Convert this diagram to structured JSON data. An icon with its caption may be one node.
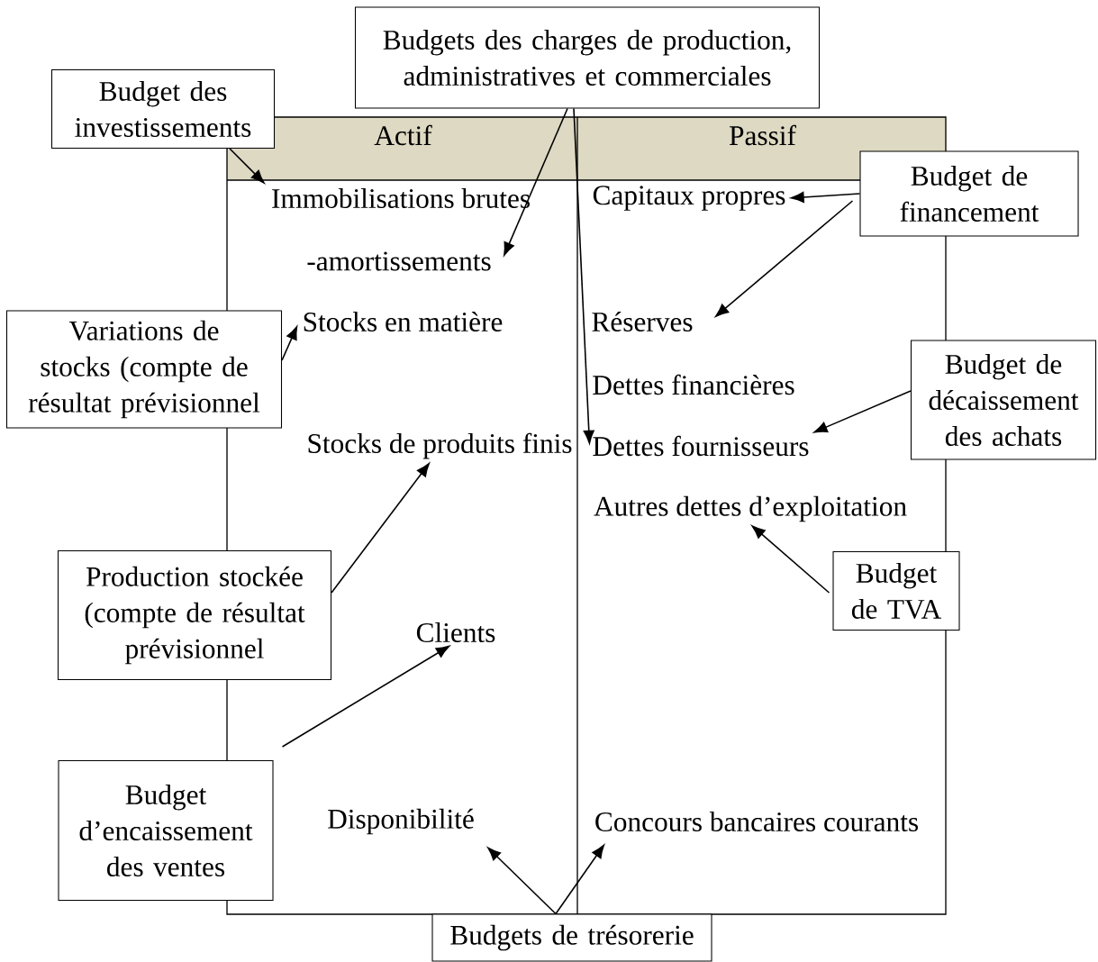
{
  "diagram": {
    "nodes": [
      {
        "text": [
          "Budgets des charges de production, administratives et commerciales"
        ]
      },
      {
        "text": [
          "Budget des investissements"
        ]
      },
      {
        "text": [
          "Actif",
          "Passif"
        ]
      },
      {
        "text": [
          "Immobilisations brutes"
        ],
        "in": 2
      },
      {
        "text": [
          "Capitaux propres"
        ],
        "in": 2
      },
      {
        "text": [
          "Budget de financement"
        ]
      },
      {
        "text": [
          "-amortissements"
        ],
        "in": 2
      },
      {
        "text": [
          "Variations de stocks (compte de résultat prévisionnel"
        ]
      },
      {
        "text": [
          "Stocks en matière"
        ],
        "in": 2
      },
      {
        "text": [
          "Réserves"
        ],
        "in": 2
      },
      {
        "text": [
          "Budget de décaissement des achats"
        ]
      },
      {
        "text": [
          "Stocks de produits finis"
        ],
        "in": 2
      },
      {
        "text": [
          "Dettes fournisseurs"
        ],
        "in": 2
      },
      {
        "text": [
          "Autres dettes d’exploitation"
        ],
        "in": 2
      },
      {
        "text": [
          "Production stockée (compte de résultat prévisionnel"
        ]
      },
      {
        "text": [
          "Budget de TVA"
        ]
      },
      {
        "text": [
          "Clients"
        ],
        "in": 2
      },
      {
        "text": [
          "Budget d’encaissement des ventes"
        ]
      },
      {
        "text": [
          "Disponibilité"
        ],
        "in": 2
      },
      {
        "text": [
          "Concours bancaires courants"
        ],
        "in": 2
      },
      {
        "text": [
          "Budgets de trésorerie"
        ]
      }
    ],
    "edges": [
      {
        "from": 1,
        "to": 3,
        "arrow": "to"
      },
      {
        "from": 0,
        "to": 6,
        "arrow": "to"
      },
      {
        "from": 0,
        "to": 12,
        "arrow": "to"
      },
      {
        "from": 5,
        "to": 4,
        "arrow": "to"
      },
      {
        "from": 5,
        "to": 9,
        "arrow": "to"
      },
      {
        "from": 7,
        "to": 8,
        "arrow": "to"
      },
      {
        "from": 10,
        "to": 12,
        "arrow": "to"
      },
      {
        "from": 15,
        "to": 13,
        "arrow": "to"
      },
      {
        "from": 14,
        "to": 11,
        "arrow": "to"
      },
      {
        "from": 17,
        "to": 16,
        "arrow": "to"
      },
      {
        "from": 20,
        "to": 18,
        "arrow": "to"
      },
      {
        "from": 20,
        "to": 19,
        "arrow": "to"
      }
    ],
    "labels": [
      "Dettes financières"
    ]
  }
}
